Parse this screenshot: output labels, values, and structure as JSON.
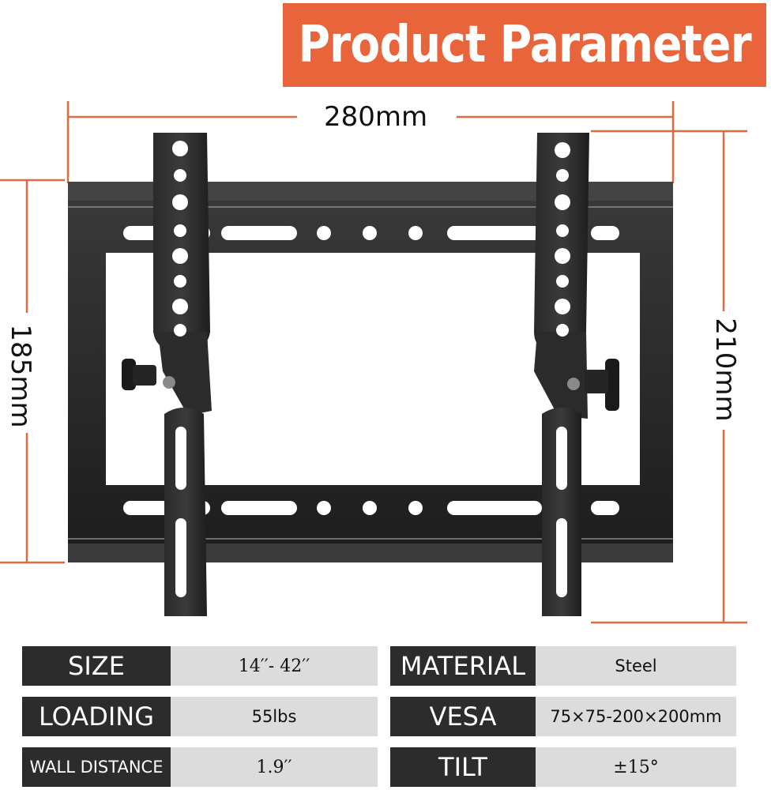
{
  "banner": {
    "title": "Product Parameter"
  },
  "dimensions": {
    "width": "280mm",
    "height_left": "185mm",
    "height_right": "210mm"
  },
  "specs": [
    {
      "label": "SIZE",
      "value": "14′′- 42′′",
      "label2": "MATERIAL",
      "value2": "Steel"
    },
    {
      "label": "LOADING",
      "value": "55lbs",
      "label2": "VESA",
      "value2": "75×75-200×200mm"
    },
    {
      "label": "WALL DISTANCE",
      "value": "1.9′′",
      "label2": "TILT",
      "value2": "±15°"
    }
  ],
  "colors": {
    "accent": "#e8643a",
    "label_bg": "#2c2c2c",
    "value_bg": "#dcdcdc",
    "metal": "#2a2a2a"
  }
}
